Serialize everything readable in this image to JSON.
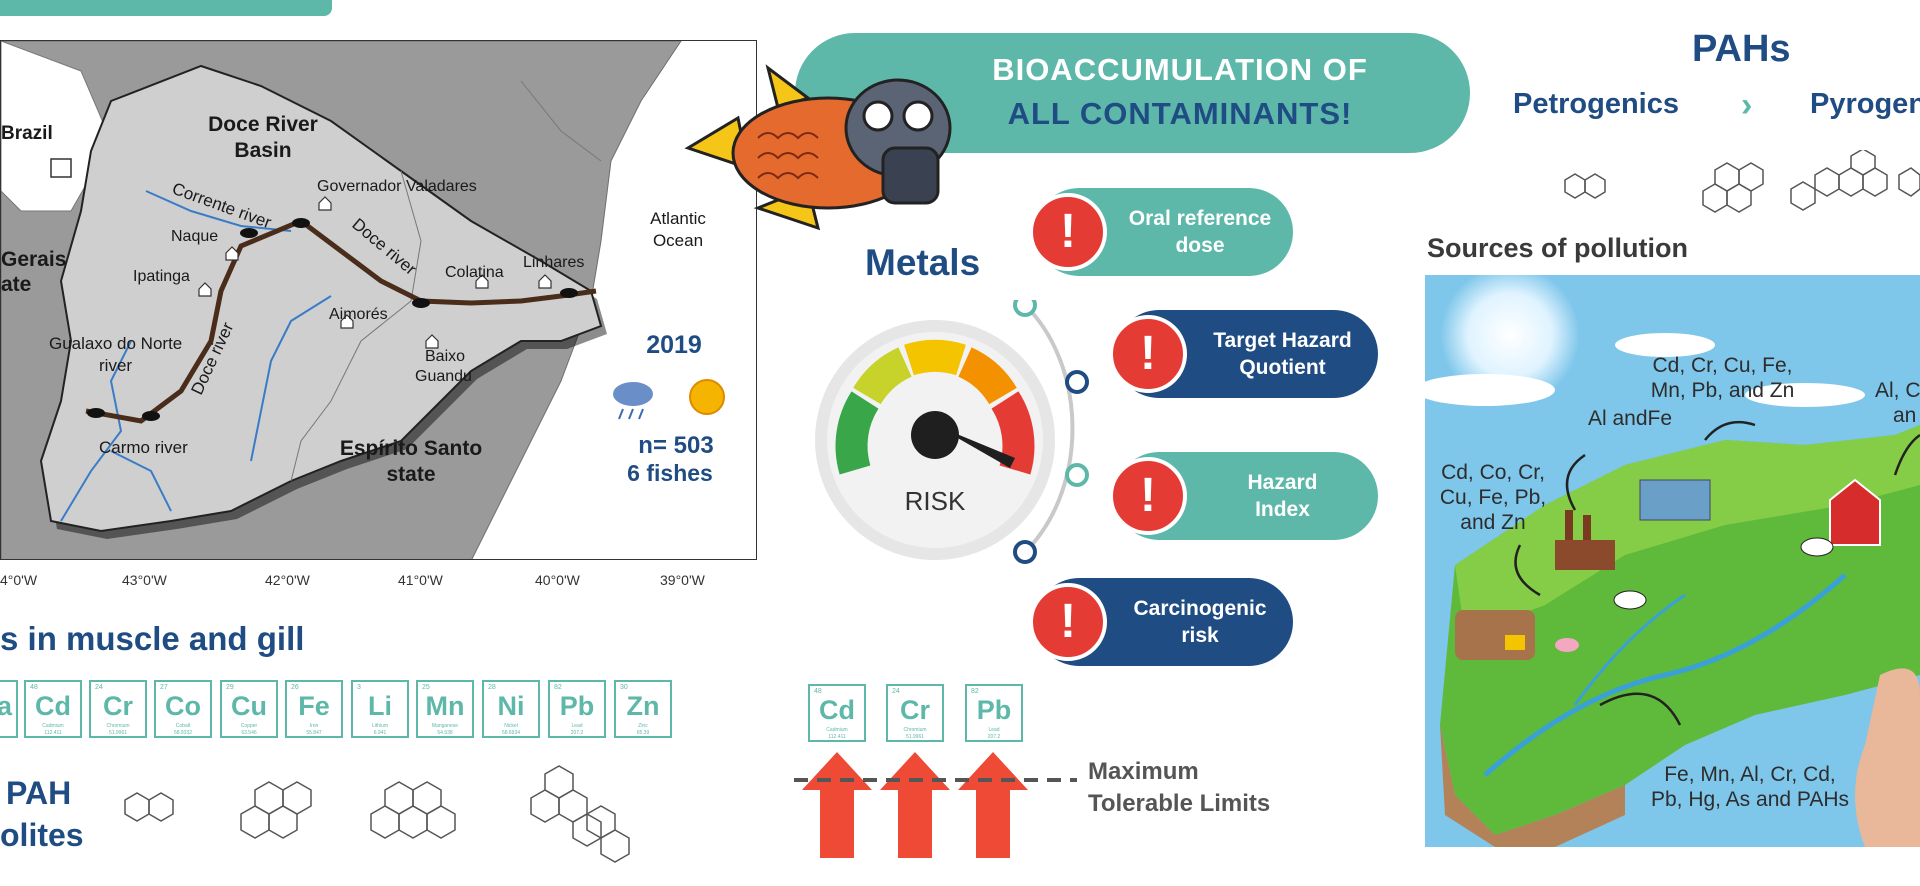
{
  "map": {
    "basin_label": [
      "Doce River",
      "Basin"
    ],
    "brazil_label": "Brazil",
    "minas_label": [
      "Gerais",
      "ate"
    ],
    "espirito_label": [
      "Espírito Santo",
      "state"
    ],
    "ocean_label": [
      "Atlantic",
      "Ocean"
    ],
    "rivers": [
      "Corrente river",
      "Doce river",
      "Doce river",
      "Gualaxo do Norte",
      "river",
      "Carmo river"
    ],
    "cities": [
      "Governador Valadares",
      "Naque",
      "Ipatinga",
      "Colatina",
      "Linhares",
      "Aimorés",
      "Baixo",
      "Guandu"
    ],
    "year": "2019",
    "sample": "n= 503",
    "fishes": "6 fishes",
    "longitude_ticks": [
      "4°0'W",
      "43°0'W",
      "42°0'W",
      "41°0'W",
      "40°0'W",
      "39°0'W"
    ]
  },
  "banner": {
    "line1": "BIOACCUMULATION OF",
    "line2": "ALL CONTAMINANTS!"
  },
  "metals": {
    "title": "Metals",
    "gauge_label": "RISK",
    "risks": [
      {
        "line1": "Oral reference",
        "line2": "dose"
      },
      {
        "line1": "Target Hazard",
        "line2": "Quotient"
      },
      {
        "line1": "Hazard",
        "line2": "Index"
      },
      {
        "line1": "Carcinogenic",
        "line2": "risk"
      }
    ],
    "alert_glyph": "!"
  },
  "pahs": {
    "title": "PAHs",
    "petrogenics": "Petrogenics",
    "chevron": "›",
    "pyrogenics": "Pyrogen"
  },
  "sources": {
    "title": "Sources of pollution",
    "labels": [
      {
        "l1": "Cd, Cr, Cu, Fe,",
        "l2": "Mn, Pb, and Zn"
      },
      {
        "l1": "Al andFe",
        "l2": ""
      },
      {
        "l1": "Al, C",
        "l2": "an"
      },
      {
        "l1": "Cd, Co, Cr,",
        "l2": "Cu, Fe, Pb,",
        "l3": "and Zn"
      },
      {
        "l1": "Fe, Mn,  Al, Cr, Cd,",
        "l2": "Pb, Hg, As and PAHs"
      }
    ]
  },
  "muscle": {
    "title": "s in muscle and gill",
    "elements": [
      {
        "num": "",
        "sym": "a",
        "name": "",
        "wt": ""
      },
      {
        "num": "48",
        "sym": "Cd",
        "name": "Cadmium",
        "wt": "112.411"
      },
      {
        "num": "24",
        "sym": "Cr",
        "name": "Chromium",
        "wt": "51.9961"
      },
      {
        "num": "27",
        "sym": "Co",
        "name": "Cobalt",
        "wt": "58.9332"
      },
      {
        "num": "29",
        "sym": "Cu",
        "name": "Copper",
        "wt": "63.546"
      },
      {
        "num": "26",
        "sym": "Fe",
        "name": "Iron",
        "wt": "55.847"
      },
      {
        "num": "3",
        "sym": "Li",
        "name": "Lithium",
        "wt": "6.941"
      },
      {
        "num": "25",
        "sym": "Mn",
        "name": "Manganese",
        "wt": "54.938"
      },
      {
        "num": "28",
        "sym": "Ni",
        "name": "Nickel",
        "wt": "58.6934"
      },
      {
        "num": "82",
        "sym": "Pb",
        "name": "Lead",
        "wt": "207.2"
      },
      {
        "num": "30",
        "sym": "Zn",
        "name": "Zinc",
        "wt": "65.39"
      }
    ]
  },
  "pah_metabolites": {
    "line1": "PAH",
    "line2": "olites"
  },
  "limits": {
    "elements": [
      {
        "num": "48",
        "sym": "Cd",
        "name": "Cadmium",
        "wt": "112.411"
      },
      {
        "num": "24",
        "sym": "Cr",
        "name": "Chromium",
        "wt": "51.9961"
      },
      {
        "num": "82",
        "sym": "Pb",
        "name": "Lead",
        "wt": "207.2"
      }
    ],
    "line1": "Maximum",
    "line2": "Tolerable Limits"
  },
  "colors": {
    "teal": "#5db8a9",
    "navy": "#1f4c82",
    "alert_red": "#e53b35",
    "arrow_red": "#ef4a36",
    "river_brown": "#4a2c1b"
  }
}
